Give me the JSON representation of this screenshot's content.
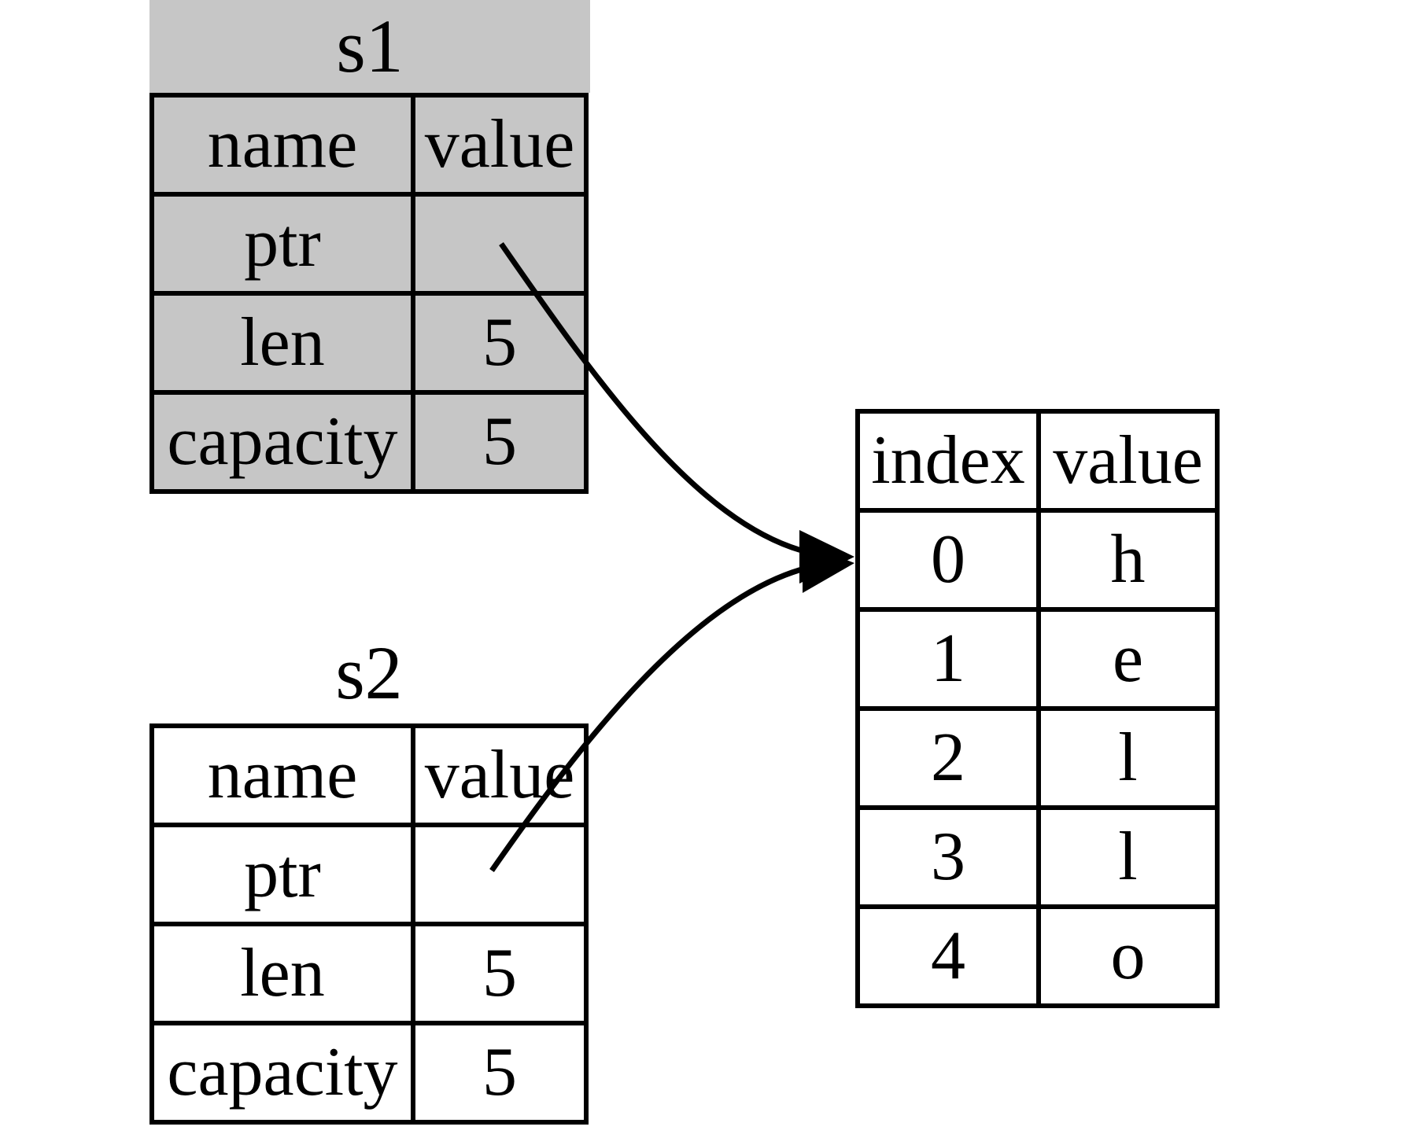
{
  "colors": {
    "s1_fill": "#c6c6c6",
    "heap_fill": "#ffffff",
    "border": "#000000",
    "arrow": "#000000"
  },
  "tables": {
    "s1": {
      "title": "s1",
      "headers": [
        "name",
        "value"
      ],
      "rows": [
        [
          "ptr",
          ""
        ],
        [
          "len",
          "5"
        ],
        [
          "capacity",
          "5"
        ]
      ]
    },
    "s2": {
      "title": "s2",
      "headers": [
        "name",
        "value"
      ],
      "rows": [
        [
          "ptr",
          ""
        ],
        [
          "len",
          "5"
        ],
        [
          "capacity",
          "5"
        ]
      ]
    },
    "heap": {
      "headers": [
        "index",
        "value"
      ],
      "rows": [
        [
          "0",
          "h"
        ],
        [
          "1",
          "e"
        ],
        [
          "2",
          "l"
        ],
        [
          "3",
          "l"
        ],
        [
          "4",
          "o"
        ]
      ]
    }
  },
  "arrows": [
    {
      "from": "s1.ptr",
      "to": "heap.index0"
    },
    {
      "from": "s2.ptr",
      "to": "heap.index0"
    }
  ]
}
